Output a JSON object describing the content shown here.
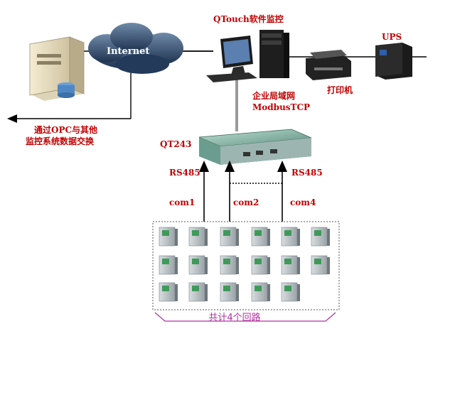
{
  "labels": {
    "qtouch": "QTouch软件监控",
    "ups": "UPS",
    "printer": "打印机",
    "lan_line1": "企业局域网",
    "lan_line2": "ModbusTCP",
    "opc_line1": "通过OPC与其他",
    "opc_line2": "监控系统数据交换",
    "qt243": "QT243",
    "rs485_left": "RS485",
    "rs485_right": "RS485",
    "com1": "com1",
    "com2": "com2",
    "com4": "com4",
    "internet": "Internet",
    "total": "共计4个回路"
  },
  "colors": {
    "label_red": "#c00000",
    "footer_purple": "#b030a0"
  },
  "icons": [
    "server-icon",
    "internet-cloud-icon",
    "computer-icon",
    "printer-icon",
    "ups-icon",
    "qt243-device-icon",
    "meter-icon"
  ]
}
